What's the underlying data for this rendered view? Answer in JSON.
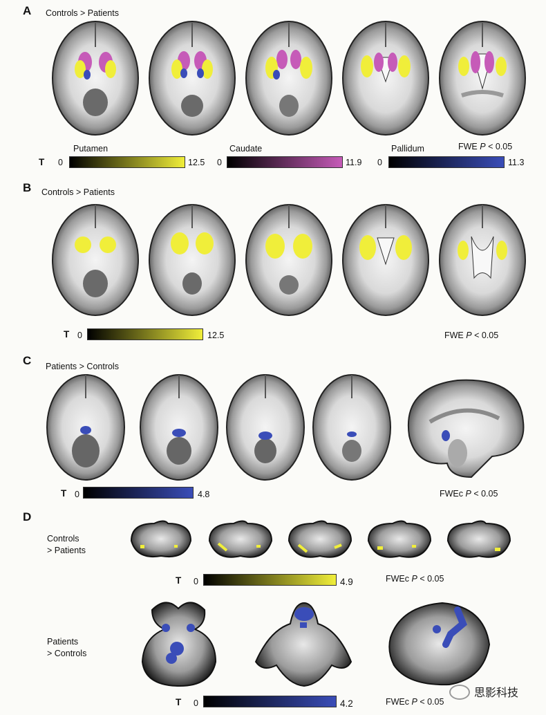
{
  "panels": {
    "A": {
      "label": "A",
      "contrast": "Controls > Patients",
      "t_label": "T",
      "scales": [
        {
          "name": "Putamen",
          "min": "0",
          "max": "12.5",
          "color": "#f0ee3a"
        },
        {
          "name": "Caudate",
          "min": "0",
          "max": "11.9",
          "color": "#c65bb8"
        },
        {
          "name": "Pallidum",
          "min": "0",
          "max": "11.3",
          "color": "#3a4db8"
        }
      ],
      "threshold_prefix": "FWE ",
      "threshold_p": "P",
      "threshold_suffix": " < 0.05"
    },
    "B": {
      "label": "B",
      "contrast": "Controls > Patients",
      "t_label": "T",
      "scale": {
        "min": "0",
        "max": "12.5",
        "color": "#f0ee3a"
      },
      "threshold_prefix": "FWE ",
      "threshold_p": "P",
      "threshold_suffix": " < 0.05"
    },
    "C": {
      "label": "C",
      "contrast": "Patients > Controls",
      "t_label": "T",
      "scale": {
        "min": "0",
        "max": "4.8",
        "color": "#3a4db8"
      },
      "threshold_prefix": "FWEc ",
      "threshold_p": "P",
      "threshold_suffix": " < 0.05"
    },
    "D": {
      "label": "D",
      "top_contrast_line1": "Controls",
      "top_contrast_line2": "> Patients",
      "bottom_contrast_line1": "Patients",
      "bottom_contrast_line2": "> Controls",
      "t_label": "T",
      "top_scale": {
        "min": "0",
        "max": "4.9",
        "color": "#f0ee3a"
      },
      "bottom_scale": {
        "min": "0",
        "max": "4.2",
        "color": "#3a4db8"
      },
      "threshold_prefix": "FWEc ",
      "threshold_p": "P",
      "threshold_suffix": " < 0.05"
    }
  },
  "watermark": "思影科技",
  "colors": {
    "yellow": "#f0ee3a",
    "magenta": "#c65bb8",
    "blue": "#3a4db8"
  }
}
